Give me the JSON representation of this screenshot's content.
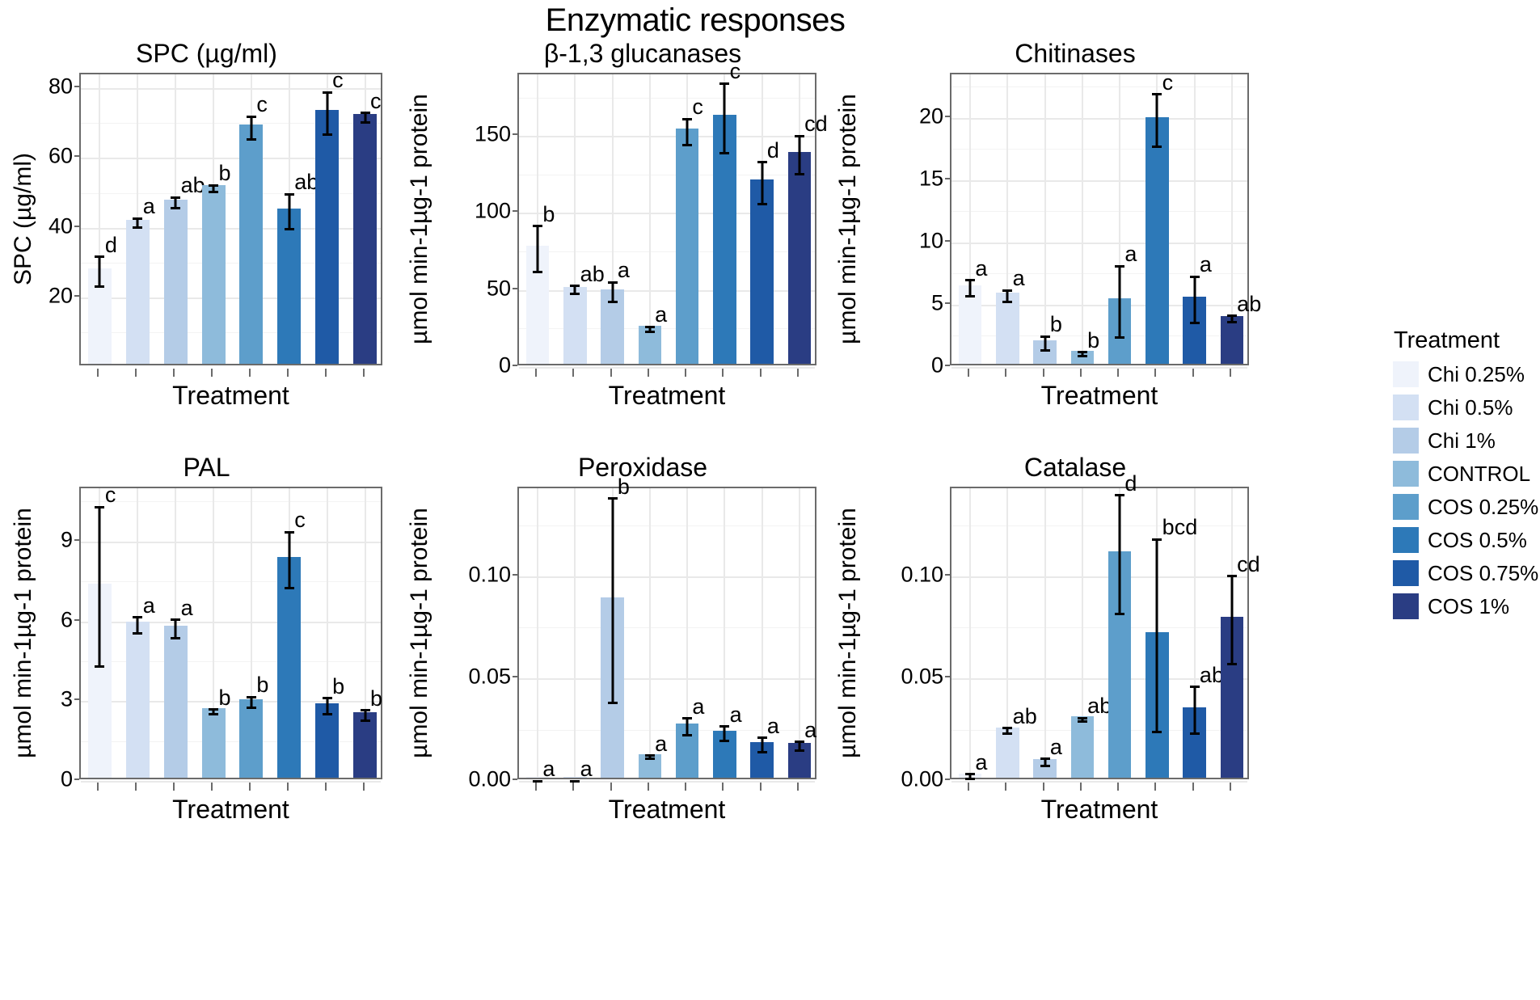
{
  "figure": {
    "title": "Enzymatic responses",
    "xlabel": "Treatment"
  },
  "legend": {
    "title": "Treatment",
    "items": [
      {
        "label": "Chi 0.25%",
        "color": "#eff3fb"
      },
      {
        "label": "Chi 0.5%",
        "color": "#d3e0f3"
      },
      {
        "label": "Chi 1%",
        "color": "#b4cce7"
      },
      {
        "label": "CONTROL",
        "color": "#8ebbdb"
      },
      {
        "label": "COS 0.25%",
        "color": "#5d9ecb"
      },
      {
        "label": "COS 0.5%",
        "color": "#2d79b8"
      },
      {
        "label": "COS 0.75%",
        "color": "#1f5aa6"
      },
      {
        "label": "COS 1%",
        "color": "#2a3d83"
      }
    ]
  },
  "chart_data": [
    {
      "type": "bar",
      "id": "spc",
      "title": "SPC (µg/ml)",
      "xlabel": "Treatment",
      "ylabel": "SPC (µg/ml)",
      "categories": [
        "Chi 0.25%",
        "Chi 0.5%",
        "Chi 1%",
        "CONTROL",
        "COS 0.25%",
        "COS 0.5%",
        "COS 0.75%",
        "COS 1%"
      ],
      "values": [
        27.3,
        41.3,
        47.1,
        51.2,
        68.6,
        44.6,
        72.8,
        71.6
      ],
      "errors": [
        4.3,
        1.3,
        1.6,
        0.9,
        3.3,
        5.0,
        6.0,
        1.3
      ],
      "sig_letters": [
        "d",
        "a",
        "ab",
        "b",
        "c",
        "ab",
        "c",
        "c"
      ],
      "ylim": [
        0,
        84
      ],
      "yticks": [
        20,
        40,
        60,
        80
      ],
      "ytick_labels": [
        "20",
        "40",
        "60",
        "80"
      ],
      "grid": true
    },
    {
      "type": "bar",
      "id": "glucanases",
      "title": "β-1,3 glucanases",
      "xlabel": "Treatment",
      "ylabel": "µmol min-1µg-1 protein",
      "categories": [
        "Chi 0.25%",
        "Chi 0.5%",
        "Chi 1%",
        "CONTROL",
        "COS 0.25%",
        "COS 0.5%",
        "COS 0.75%",
        "COS 1%"
      ],
      "values": [
        76.5,
        50.0,
        48.5,
        24.5,
        152.5,
        161.5,
        119.5,
        137.5
      ],
      "errors": [
        15.0,
        2.5,
        6.5,
        1.5,
        8.5,
        22.5,
        13.5,
        12.5
      ],
      "sig_letters": [
        "b",
        "ab",
        "a",
        "a",
        "c",
        "c",
        "d",
        "cd"
      ],
      "ylim": [
        0,
        190
      ],
      "yticks": [
        0,
        50,
        100,
        150
      ],
      "ytick_labels": [
        "0",
        "50",
        "100",
        "150"
      ],
      "grid": true
    },
    {
      "type": "bar",
      "id": "chitinases",
      "title": "Chitinases",
      "xlabel": "Treatment",
      "ylabel": "µmol min-1µg-1 protein",
      "categories": [
        "Chi 0.25%",
        "Chi 0.5%",
        "Chi 1%",
        "CONTROL",
        "COS 0.25%",
        "COS 0.5%",
        "COS 0.75%",
        "COS 1%"
      ],
      "values": [
        6.3,
        5.7,
        1.9,
        1.05,
        5.25,
        19.8,
        5.4,
        3.85
      ],
      "errors": [
        0.65,
        0.45,
        0.55,
        0.15,
        2.85,
        2.1,
        1.85,
        0.25
      ],
      "sig_letters": [
        "a",
        "a",
        "b",
        "b",
        "a",
        "c",
        "a",
        "ab"
      ],
      "ylim": [
        0,
        23.5
      ],
      "yticks": [
        0,
        5,
        10,
        15,
        20
      ],
      "ytick_labels": [
        "0",
        "5",
        "10",
        "15",
        "20"
      ],
      "grid": true
    },
    {
      "type": "bar",
      "id": "pal",
      "title": "PAL",
      "xlabel": "Treatment",
      "ylabel": "µmol min-1µg-1 protein",
      "categories": [
        "Chi 0.25%",
        "Chi 0.5%",
        "Chi 1%",
        "CONTROL",
        "COS 0.25%",
        "COS 0.5%",
        "COS 0.75%",
        "COS 1%"
      ],
      "values": [
        7.3,
        5.85,
        5.7,
        2.6,
        2.95,
        8.3,
        2.8,
        2.45
      ],
      "errors": [
        3.0,
        0.3,
        0.35,
        0.08,
        0.2,
        1.05,
        0.3,
        0.2
      ],
      "sig_letters": [
        "c",
        "a",
        "a",
        "b",
        "b",
        "c",
        "b",
        "b"
      ],
      "ylim": [
        0,
        11
      ],
      "yticks": [
        0,
        3,
        6,
        9
      ],
      "ytick_labels": [
        "0",
        "3",
        "6",
        "9"
      ],
      "grid": true
    },
    {
      "type": "bar",
      "id": "peroxidase",
      "title": "Peroxidase",
      "xlabel": "Treatment",
      "ylabel": "µmol min-1µg-1 protein",
      "categories": [
        "Chi 0.25%",
        "Chi 0.5%",
        "Chi 1%",
        "CONTROL",
        "COS 0.25%",
        "COS 0.5%",
        "COS 0.75%",
        "COS 1%"
      ],
      "values": [
        0.0,
        0.0,
        0.088,
        0.0115,
        0.0265,
        0.023,
        0.0175,
        0.017
      ],
      "errors": [
        0.0,
        0.0,
        0.05,
        0.0008,
        0.004,
        0.0035,
        0.0035,
        0.002
      ],
      "sig_letters": [
        "a",
        "a",
        "b",
        "a",
        "a",
        "a",
        "a",
        "a"
      ],
      "ylim": [
        0,
        0.143
      ],
      "yticks": [
        0.0,
        0.05,
        0.1
      ],
      "ytick_labels": [
        "0.00",
        "0.05",
        "0.10"
      ],
      "grid": true
    },
    {
      "type": "bar",
      "id": "catalase",
      "title": "Catalase",
      "xlabel": "Treatment",
      "ylabel": "µmol min-1µg-1 protein",
      "categories": [
        "Chi 0.25%",
        "Chi 0.5%",
        "Chi 1%",
        "CONTROL",
        "COS 0.25%",
        "COS 0.5%",
        "COS 0.75%",
        "COS 1%"
      ],
      "values": [
        0.002,
        0.0245,
        0.009,
        0.03,
        0.1105,
        0.071,
        0.0345,
        0.0785
      ],
      "errors": [
        0.0012,
        0.0012,
        0.0018,
        0.0008,
        0.029,
        0.047,
        0.0115,
        0.0215
      ],
      "sig_letters": [
        "a",
        "ab",
        "a",
        "abc",
        "d",
        "bcd",
        "abc",
        "cd"
      ],
      "ylim": [
        0,
        0.143
      ],
      "yticks": [
        0.0,
        0.05,
        0.1
      ],
      "ytick_labels": [
        "0.00",
        "0.05",
        "0.10"
      ],
      "grid": true
    }
  ]
}
